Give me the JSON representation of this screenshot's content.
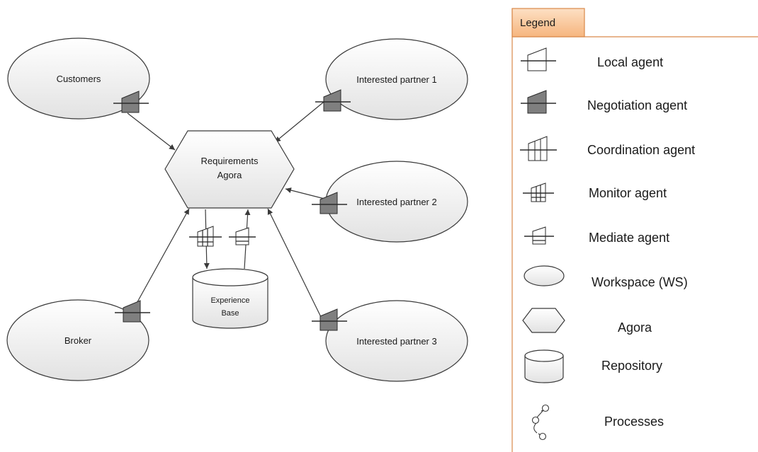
{
  "diagram": {
    "workspaces": {
      "customers": "Customers",
      "partner1": "Interested partner 1",
      "partner2": "Interested partner 2",
      "partner3": "Interested partner 3",
      "broker": "Broker"
    },
    "agora_line1": "Requirements",
    "agora_line2": "Agora",
    "repository_line1": "Experience",
    "repository_line2": "Base"
  },
  "legend": {
    "title": "Legend",
    "items": [
      {
        "label": "Local agent",
        "icon": "local-agent-icon"
      },
      {
        "label": "Negotiation agent",
        "icon": "negotiation-agent-icon"
      },
      {
        "label": "Coordination agent",
        "icon": "coordination-agent-icon"
      },
      {
        "label": "Monitor agent",
        "icon": "monitor-agent-icon"
      },
      {
        "label": "Mediate agent",
        "icon": "mediate-agent-icon"
      },
      {
        "label": "Workspace (WS)",
        "icon": "workspace-icon"
      },
      {
        "label": "Agora",
        "icon": "agora-icon"
      },
      {
        "label": "Repository",
        "icon": "repository-icon"
      },
      {
        "label": "Processes",
        "icon": "processes-icon"
      }
    ]
  },
  "colors": {
    "legend_tab": "#f8c89a",
    "legend_border": "#d9894a",
    "shape_fill": "#efefef",
    "agent_fill": "#7f7f7f",
    "stroke": "#3a3a3a"
  }
}
